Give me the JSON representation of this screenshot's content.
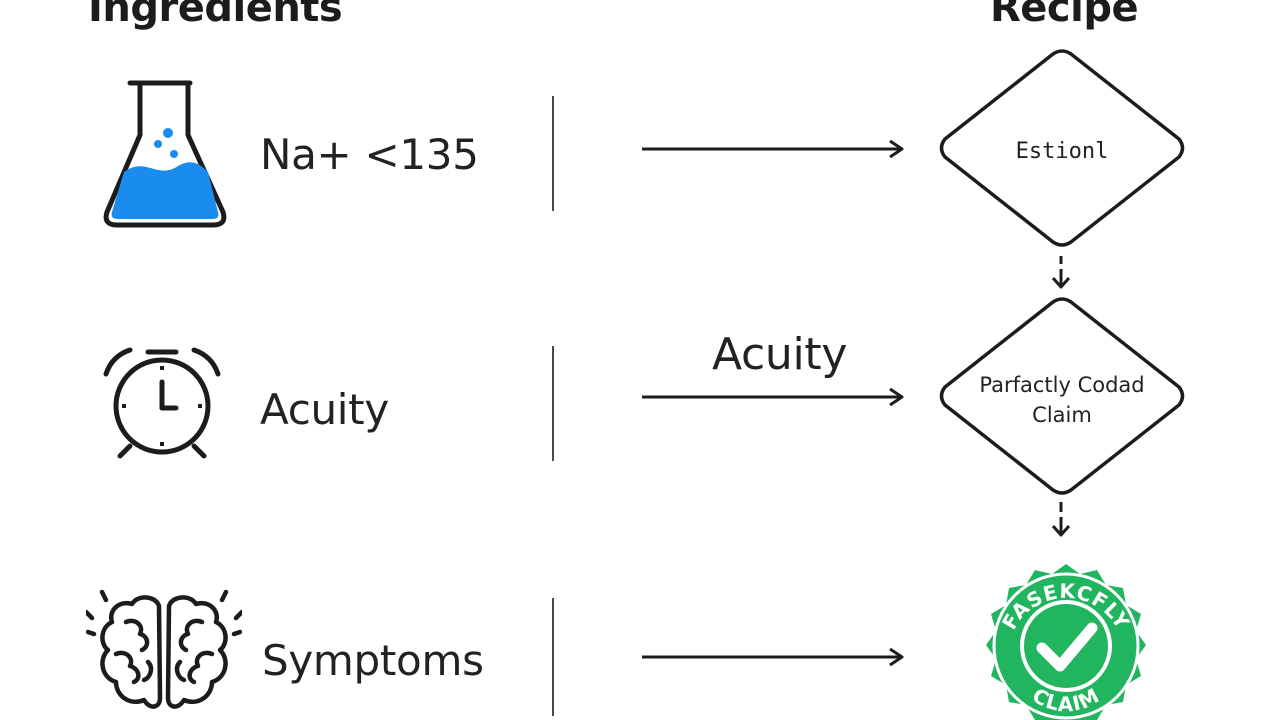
{
  "headings": {
    "left": "Ingredients",
    "right": "Recipe"
  },
  "rows": [
    {
      "icon": "flask-icon",
      "label": "Na+ <135"
    },
    {
      "icon": "alarm-clock-icon",
      "label": "Acuity"
    },
    {
      "icon": "brain-icon",
      "label": "Symptoms"
    }
  ],
  "arrow_label": "Acuity",
  "nodes": [
    {
      "shape": "diamond",
      "text": "Estionl"
    },
    {
      "shape": "diamond",
      "line1": "Parfactly Codad",
      "line2": "Claim"
    }
  ],
  "badge": {
    "icon": "checkmark-seal-icon",
    "top_text": "FASEKCFLY",
    "bottom_text": "CLAIM"
  },
  "colors": {
    "flask_liquid": "#1a8cf0",
    "badge_green": "#22b560",
    "badge_dark": "#159a4c",
    "line": "#1c1c1c"
  }
}
